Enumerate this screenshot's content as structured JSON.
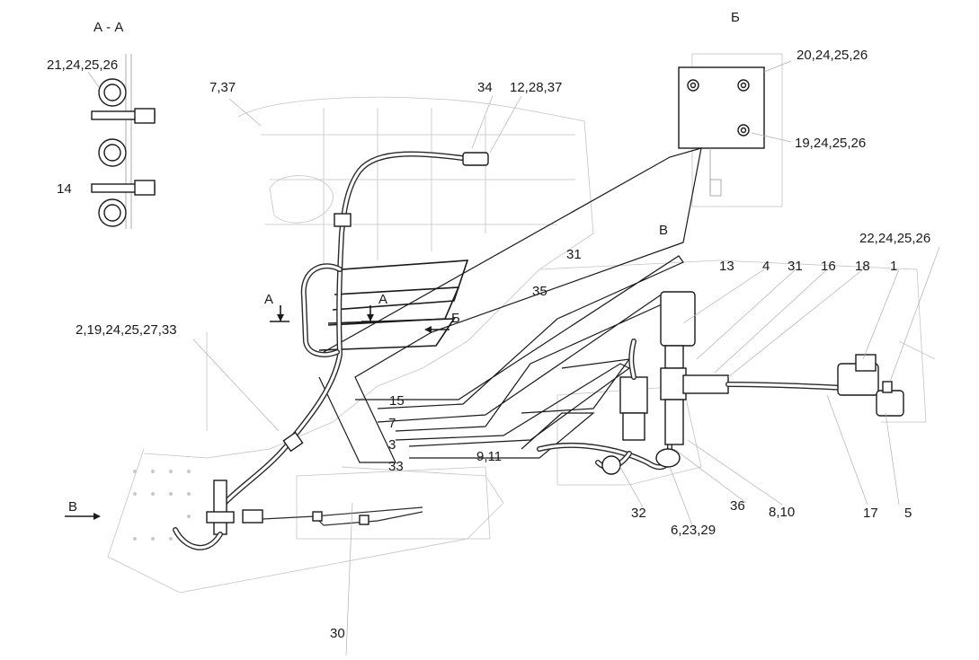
{
  "labels": {
    "section_aa": "А - А",
    "view_b": "Б",
    "callout_21_24_25_26": "21,24,25,26",
    "callout_14": "14",
    "callout_7_37": "7,37",
    "callout_34": "34",
    "callout_12_28_37": "12,28,37",
    "callout_20_24_25_26": "20,24,25,26",
    "callout_19_24_25_26": "19,24,25,26",
    "callout_v_upper": "В",
    "callout_31a": "31",
    "callout_35": "35",
    "callout_a_left": "А",
    "callout_a_right": "А",
    "callout_b_arrow": "Б",
    "callout_2_19_24_25_27_33": "2,19,24,25,27,33",
    "callout_15": "15",
    "callout_7": "7",
    "callout_3": "3",
    "callout_33": "33",
    "callout_9_11": "9,11",
    "callout_22_24_25_26": "22,24,25,26",
    "callout_13": "13",
    "callout_4": "4",
    "callout_31b": "31",
    "callout_16": "16",
    "callout_18": "18",
    "callout_1": "1",
    "callout_32": "32",
    "callout_36": "36",
    "callout_6_23_29": "6,23,29",
    "callout_8_10": "8,10",
    "callout_17": "17",
    "callout_5": "5",
    "callout_v_left": "В",
    "callout_30": "30"
  }
}
